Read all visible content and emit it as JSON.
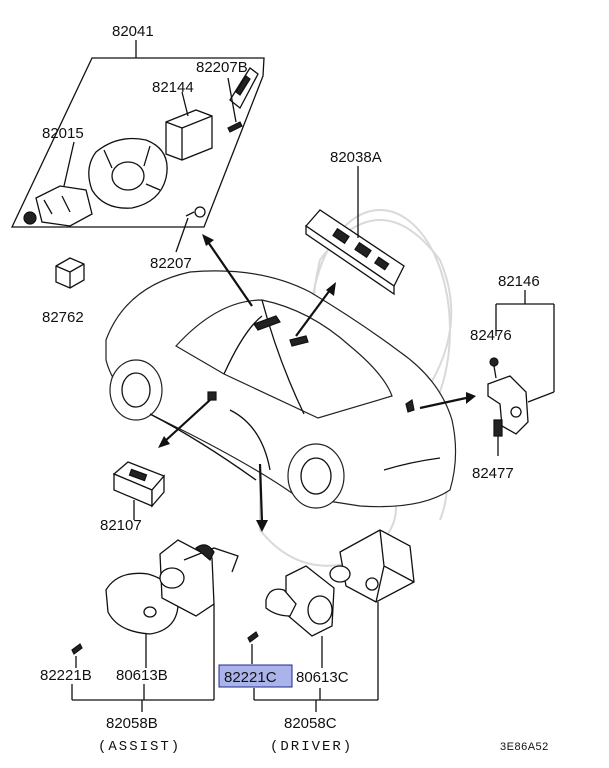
{
  "labels": {
    "p82041": "82041",
    "p82207b": "82207B",
    "p82144": "82144",
    "p82015": "82015",
    "p82038a": "82038A",
    "p82207": "82207",
    "p82762": "82762",
    "p82146": "82146",
    "p82476": "82476",
    "p82477": "82477",
    "p82107": "82107",
    "p82221b": "82221B",
    "p80613b": "80613B",
    "p82058b": "82058B",
    "assist": "(ASSIST)",
    "p82221c": "82221C",
    "p80613c": "80613C",
    "p82058c": "82058C",
    "driver": "(DRIVER)",
    "diagram_code": "3E86A52"
  },
  "highlight": {
    "part": "82221C",
    "color": "#aab4ea"
  }
}
